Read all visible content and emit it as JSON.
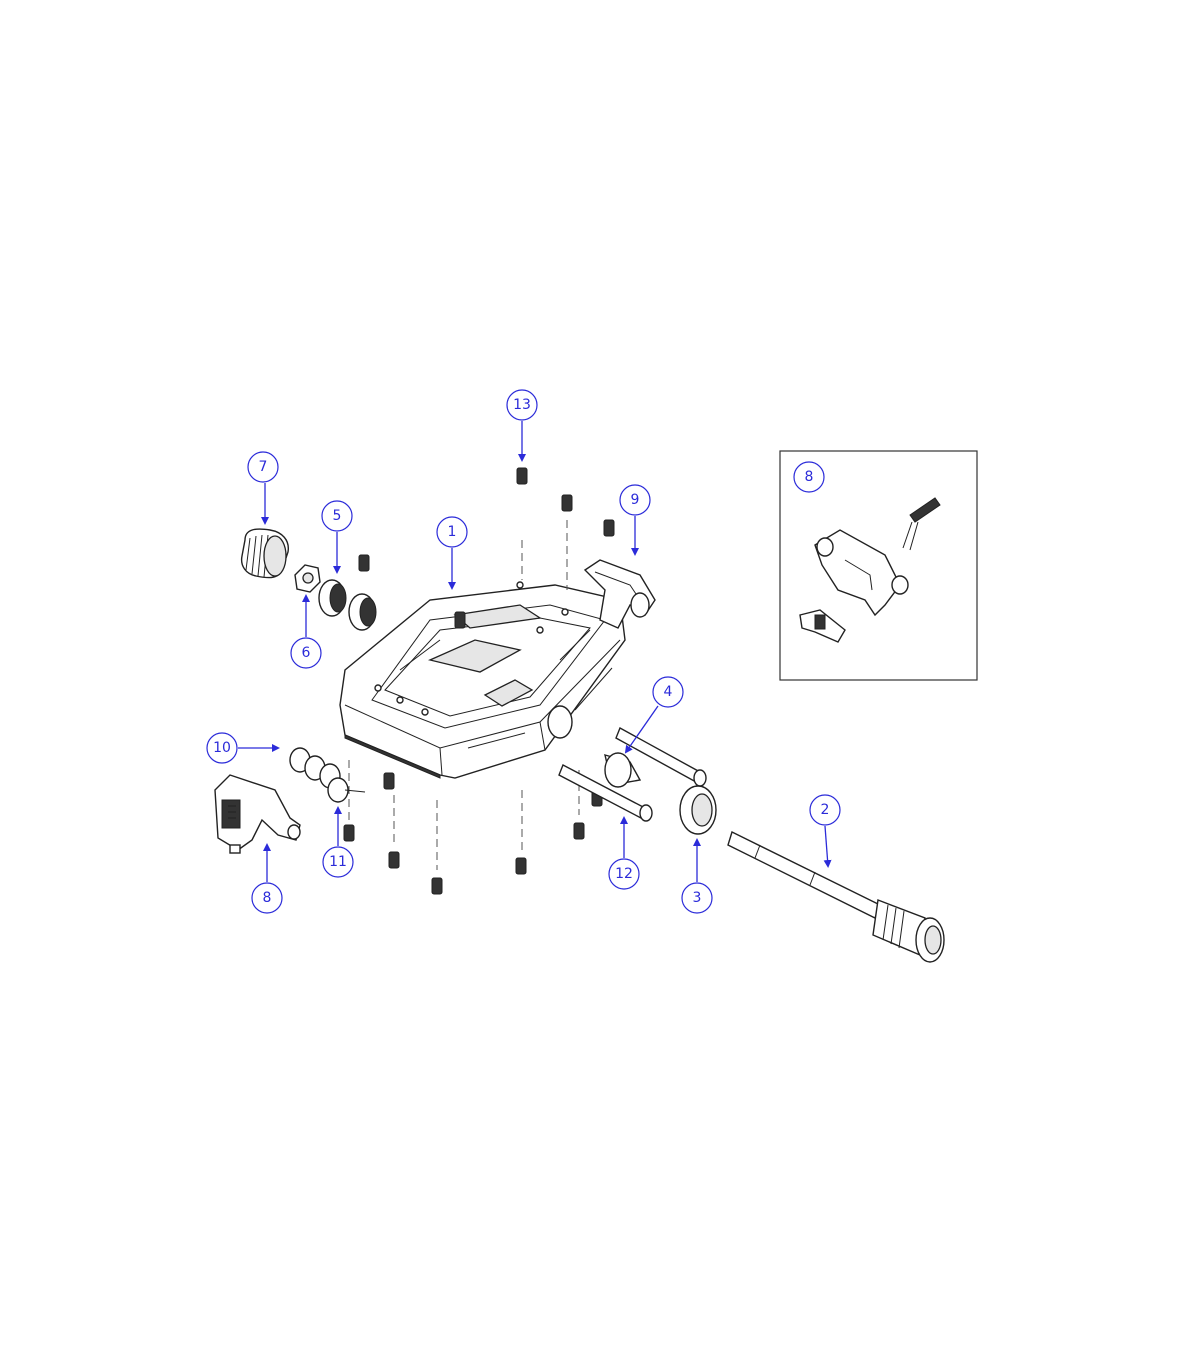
{
  "colors": {
    "callout": "#2b2bd9",
    "line": "#222222"
  },
  "callouts": [
    {
      "label": "1"
    },
    {
      "label": "2"
    },
    {
      "label": "3"
    },
    {
      "label": "4"
    },
    {
      "label": "5"
    },
    {
      "label": "6"
    },
    {
      "label": "7"
    },
    {
      "label": "8"
    },
    {
      "label": "9"
    },
    {
      "label": "10"
    },
    {
      "label": "11"
    },
    {
      "label": "12"
    },
    {
      "label": "13"
    },
    {
      "label": "8"
    }
  ]
}
